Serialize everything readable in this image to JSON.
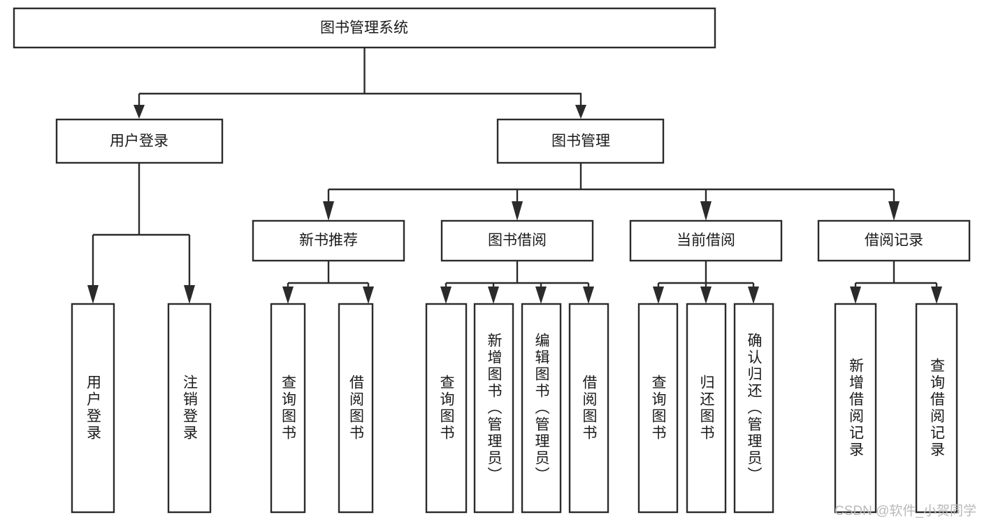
{
  "diagram": {
    "type": "tree-hierarchy",
    "title": "图书管理系统",
    "watermark": "CSDN @软件_小贺同学",
    "colors": {
      "stroke": "#2b2b2b",
      "fill": "#ffffff",
      "text": "#1a1a1a",
      "watermark": "#b9b9b9",
      "background": "#ffffff"
    },
    "levels": [
      {
        "level": 1,
        "nodes": [
          {
            "id": "root",
            "label": "图书管理系统",
            "orientation": "horizontal"
          }
        ]
      },
      {
        "level": 2,
        "nodes": [
          {
            "id": "user-login",
            "label": "用户登录",
            "orientation": "horizontal",
            "parent": "root"
          },
          {
            "id": "book-manage",
            "label": "图书管理",
            "orientation": "horizontal",
            "parent": "root"
          }
        ]
      },
      {
        "level": 3,
        "nodes": [
          {
            "id": "new-book-recommend",
            "label": "新书推荐",
            "orientation": "horizontal",
            "parent": "book-manage"
          },
          {
            "id": "book-borrow",
            "label": "图书借阅",
            "orientation": "horizontal",
            "parent": "book-manage"
          },
          {
            "id": "current-borrow",
            "label": "当前借阅",
            "orientation": "horizontal",
            "parent": "book-manage"
          },
          {
            "id": "borrow-record",
            "label": "借阅记录",
            "orientation": "horizontal",
            "parent": "book-manage"
          }
        ]
      },
      {
        "level": 4,
        "nodes": [
          {
            "id": "leaf-user-login",
            "label": "用户登录",
            "orientation": "vertical",
            "parent": "user-login"
          },
          {
            "id": "leaf-user-logout",
            "label": "注销登录",
            "orientation": "vertical",
            "parent": "user-login"
          },
          {
            "id": "leaf-query-book-1",
            "label": "查询图书",
            "orientation": "vertical",
            "parent": "new-book-recommend"
          },
          {
            "id": "leaf-borrow-book-1",
            "label": "借阅图书",
            "orientation": "vertical",
            "parent": "new-book-recommend"
          },
          {
            "id": "leaf-query-book-2",
            "label": "查询图书",
            "orientation": "vertical",
            "parent": "book-borrow"
          },
          {
            "id": "leaf-add-book",
            "label": "新增图书（管理员）",
            "orientation": "vertical",
            "parent": "book-borrow"
          },
          {
            "id": "leaf-edit-book",
            "label": "编辑图书（管理员）",
            "orientation": "vertical",
            "parent": "book-borrow"
          },
          {
            "id": "leaf-borrow-book-2",
            "label": "借阅图书",
            "orientation": "vertical",
            "parent": "book-borrow"
          },
          {
            "id": "leaf-query-book-3",
            "label": "查询图书",
            "orientation": "vertical",
            "parent": "current-borrow"
          },
          {
            "id": "leaf-return-book",
            "label": "归还图书",
            "orientation": "vertical",
            "parent": "current-borrow"
          },
          {
            "id": "leaf-confirm-return",
            "label": "确认归还（管理员）",
            "orientation": "vertical",
            "parent": "current-borrow"
          },
          {
            "id": "leaf-add-record",
            "label": "新增借阅记录",
            "orientation": "vertical",
            "parent": "borrow-record"
          },
          {
            "id": "leaf-query-record",
            "label": "查询借阅记录",
            "orientation": "vertical",
            "parent": "borrow-record"
          }
        ]
      }
    ]
  }
}
